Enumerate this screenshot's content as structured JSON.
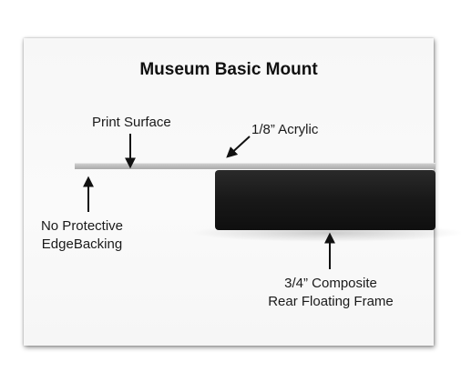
{
  "diagram": {
    "title": "Museum Basic Mount",
    "labels": {
      "print_surface": "Print Surface",
      "acrylic": "1/8” Acrylic",
      "no_protective_line1": "No Protective",
      "no_protective_line2": "EdgeBacking",
      "frame_line1": "3/4” Composite",
      "frame_line2": "Rear Floating Frame"
    },
    "colors": {
      "acrylic_sheet": "#bdbdbd",
      "frame_block": "#1c1c1c",
      "arrow": "#111111",
      "background": "#f8f8f8"
    }
  }
}
